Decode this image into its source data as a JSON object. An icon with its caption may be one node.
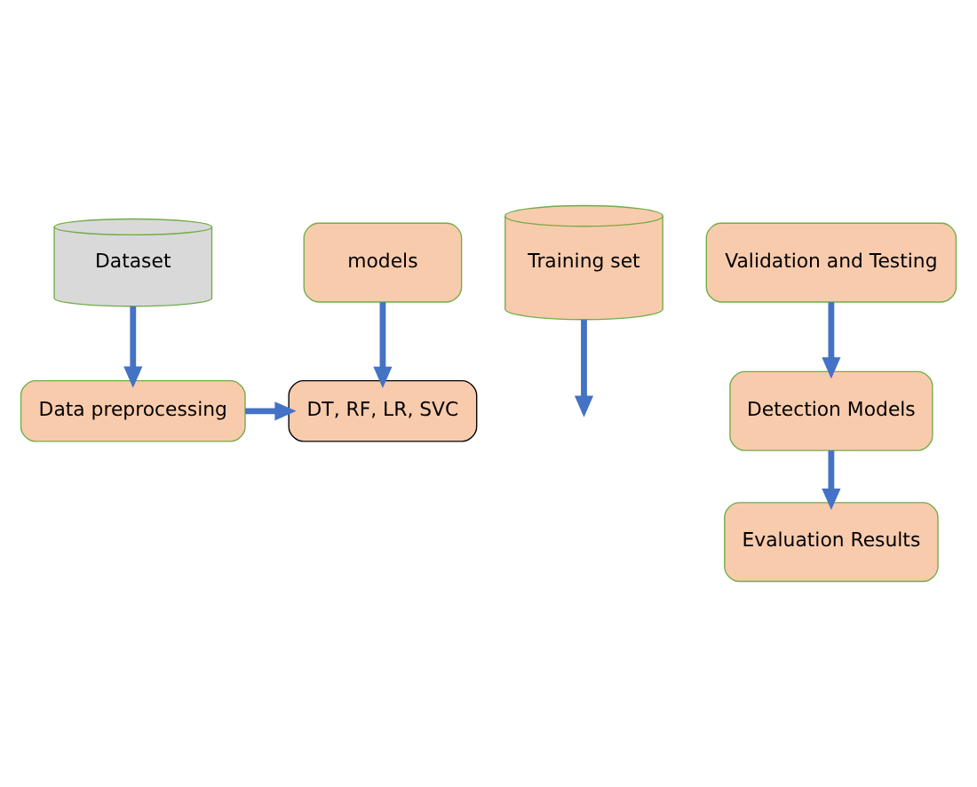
{
  "diagram": {
    "nodes": [
      {
        "text": [
          "Dataset"
        ]
      },
      {
        "text": [
          "Training set"
        ]
      },
      {
        "text": [
          "models"
        ]
      },
      {
        "text": [
          "Validation and Testing"
        ]
      },
      {
        "text": [
          "Data preprocessing"
        ]
      },
      {
        "text": [
          "DT, RF, LR, SVC"
        ]
      },
      {
        "text": [
          "Detection Models"
        ]
      },
      {
        "text": [
          "Evaluation Results"
        ]
      }
    ],
    "edges": [
      {
        "from": 0,
        "to": 4,
        "arrow": "to"
      },
      {
        "from": 1,
        "to": null,
        "arrow": "to"
      },
      {
        "from": 4,
        "to": 5,
        "arrow": "to"
      },
      {
        "from": 2,
        "to": 5,
        "arrow": "to"
      },
      {
        "from": 3,
        "to": 6,
        "arrow": "to"
      },
      {
        "from": 6,
        "to": 7,
        "arrow": "to"
      }
    ]
  }
}
